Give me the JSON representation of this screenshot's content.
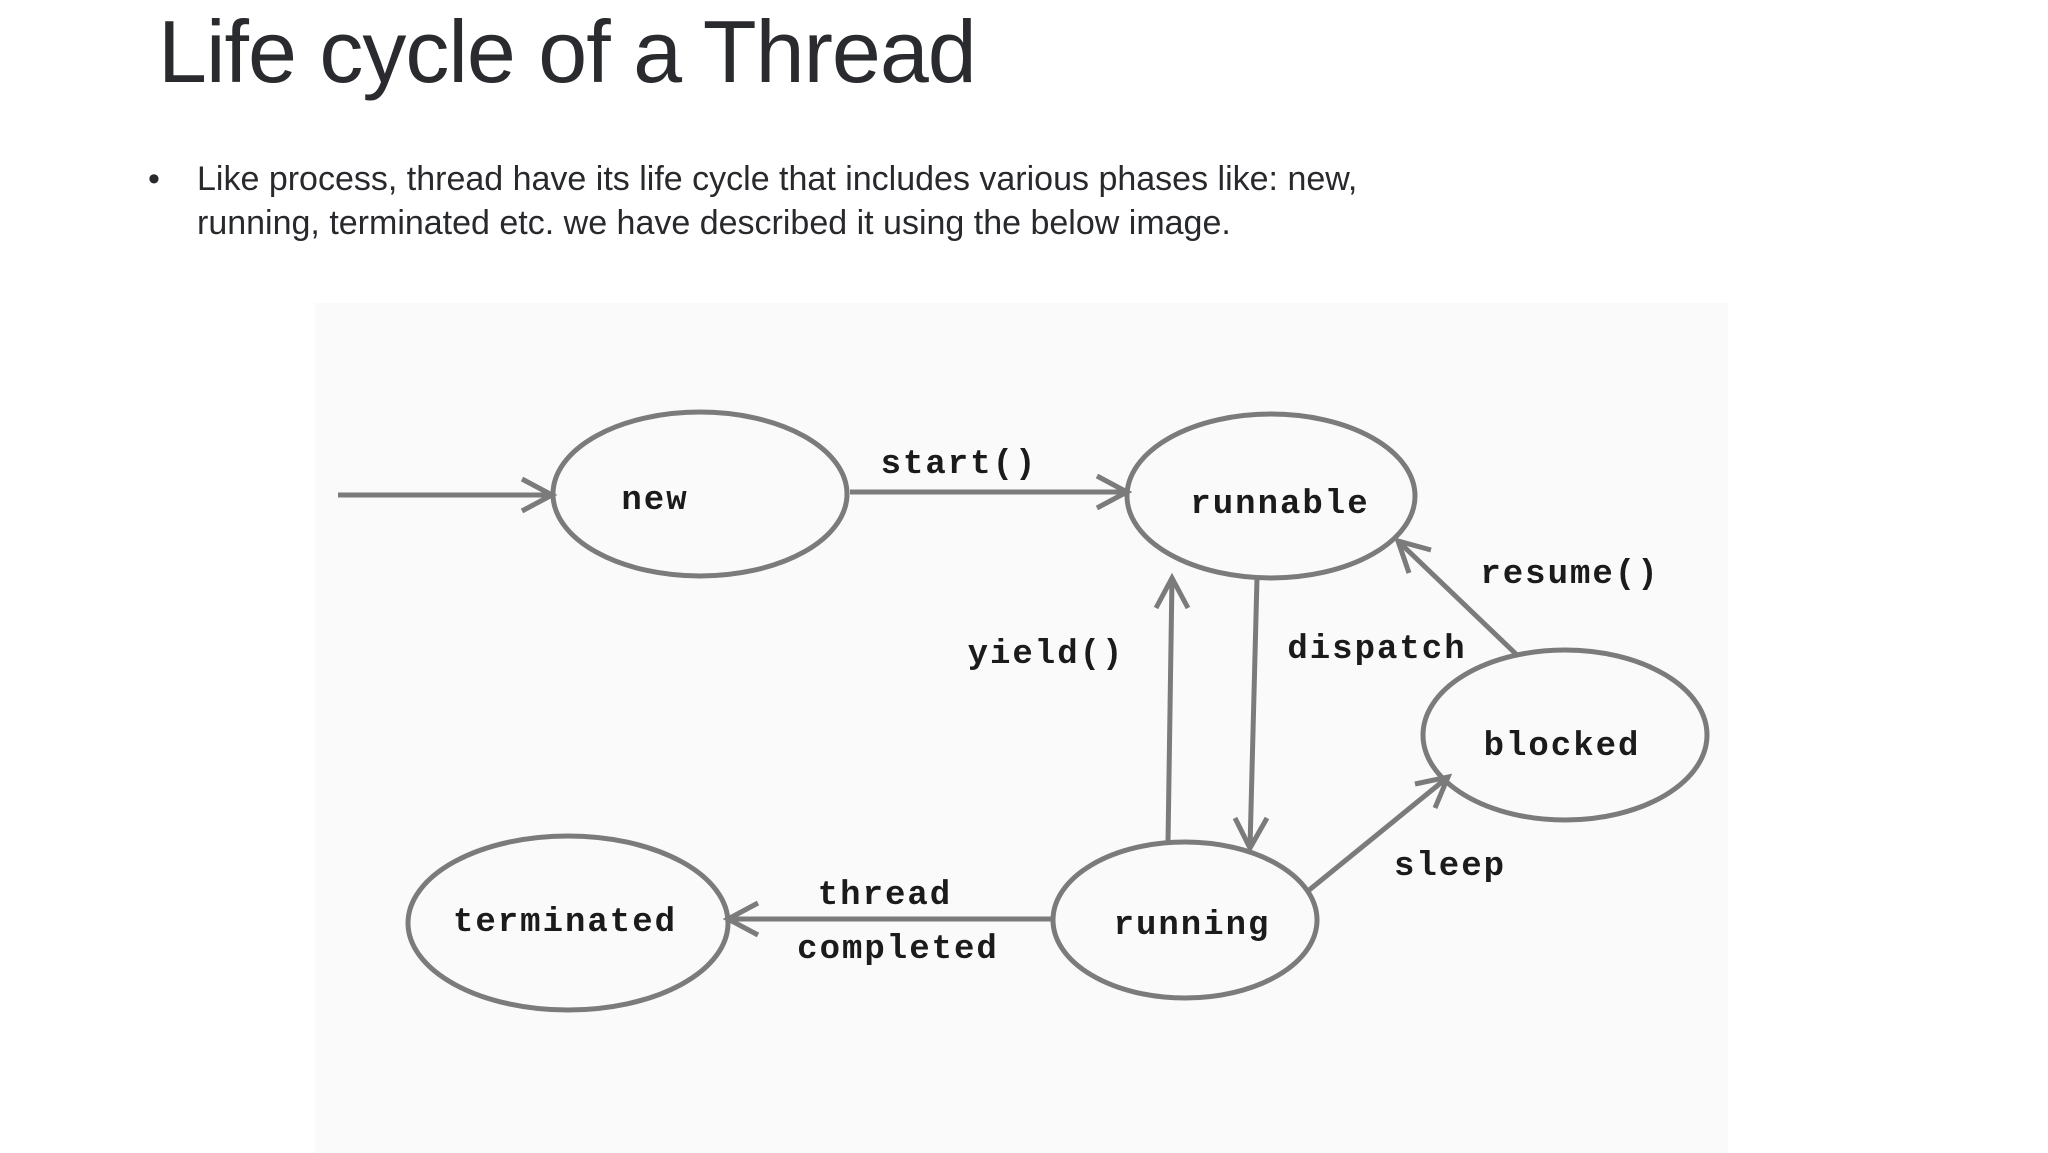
{
  "page": {
    "title": "Life cycle of a Thread"
  },
  "bullet": {
    "marker": "•",
    "line1": "Like process, thread have its life cycle that includes various phases like: new,",
    "line2": "running, terminated etc. we have described it using the below image."
  },
  "diagram": {
    "states": {
      "new": "new",
      "runnable": "runnable",
      "blocked": "blocked",
      "running": "running",
      "terminated": "terminated"
    },
    "transitions": {
      "start": "start()",
      "yield": "yield()",
      "dispatch": "dispatch",
      "resume": "resume()",
      "sleep": "sleep",
      "thread_completed_line1": "thread",
      "thread_completed_line2": "completed"
    },
    "colors": {
      "stroke": "#7b7b7b",
      "label": "#1b1b1b",
      "background": "#fbfafa"
    }
  },
  "colors": {
    "page_background": "#ffffff",
    "title_text": "#2a2b2e",
    "body_text": "#28292d"
  }
}
